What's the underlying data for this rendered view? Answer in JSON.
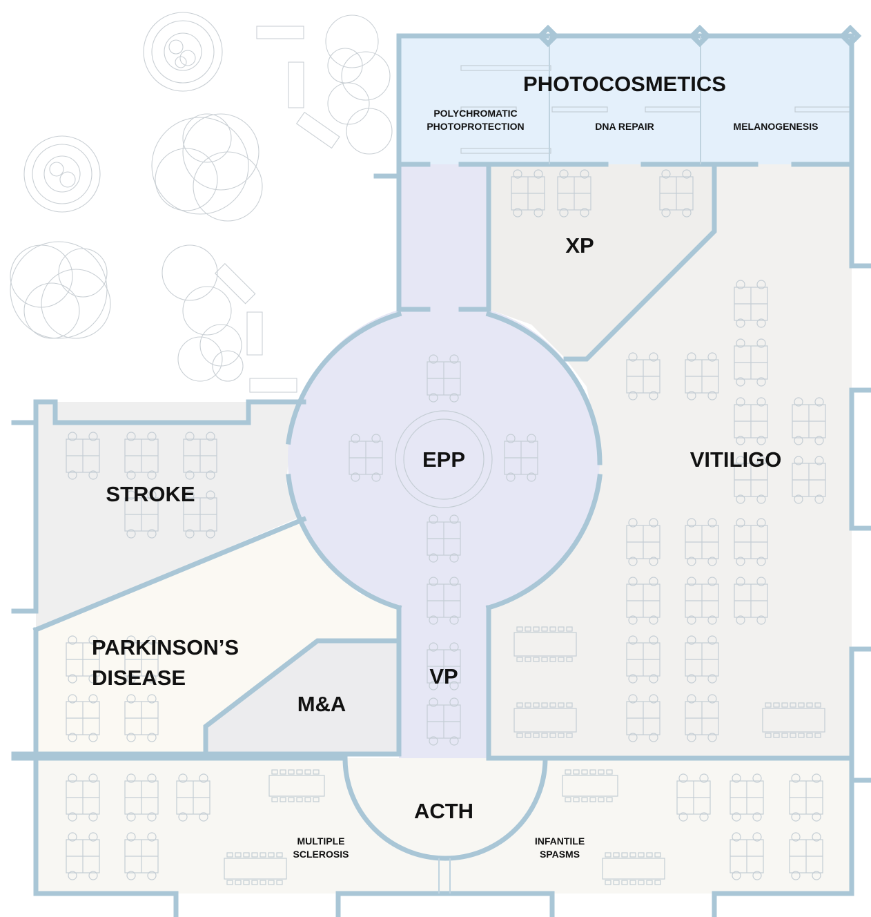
{
  "colors": {
    "wall": "#a9c6d6",
    "photocosmetics_fill": "#e4f0fb",
    "epp_fill": "#e6e7f5",
    "vitiligo_fill": "#f2f1ef",
    "stroke_fill": "#efefef",
    "parkinsons_fill": "#fbf9f3",
    "ma_fill": "#ececee",
    "acth_fill": "#f8f7f3",
    "landscape_stroke": "#c9cfd4"
  },
  "rooms": {
    "photocosmetics": {
      "name": "PHOTOCOSMETICS",
      "subareas": [
        "POLYCHROMATIC",
        "PHOTOPROTECTION",
        "DNA REPAIR",
        "MELANOGENESIS"
      ]
    },
    "xp": {
      "name": "XP"
    },
    "epp": {
      "name": "EPP"
    },
    "vitiligo": {
      "name": "VITILIGO"
    },
    "stroke": {
      "name": "STROKE"
    },
    "parkinsons": {
      "name_line1": "PARKINSON’S",
      "name_line2": "DISEASE"
    },
    "ma": {
      "name": "M&A"
    },
    "vp": {
      "name": "VP"
    },
    "acth": {
      "name": "ACTH"
    },
    "multiple_sclerosis": {
      "line1": "MULTIPLE",
      "line2": "SCLEROSIS"
    },
    "infantile_spasms": {
      "line1": "INFANTILE",
      "line2": "SPASMS"
    }
  }
}
